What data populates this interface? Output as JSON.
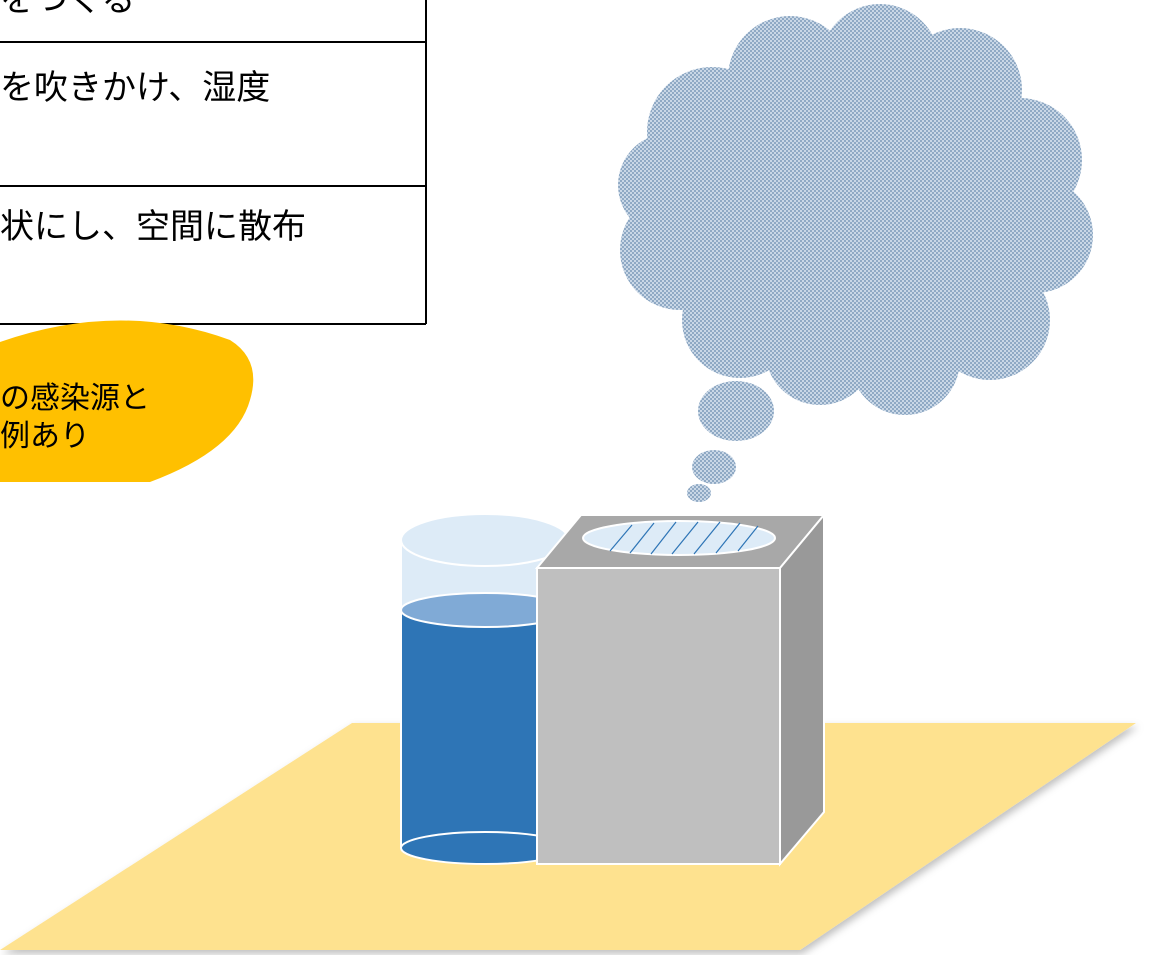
{
  "table": {
    "rows": [
      "をつくる",
      "を吹きかけ、湿度",
      "状にし、空間に散布"
    ]
  },
  "callout": {
    "lines": [
      "の感染源と",
      "例あり"
    ]
  },
  "colors": {
    "floor": "#FEE28F",
    "water_dark": "#2E75B6",
    "water_light": "#DDEBF7",
    "unit_front": "#BFBFBF",
    "unit_side": "#999999",
    "cloud": "#A7BDD3",
    "callout": "#FFC000"
  }
}
